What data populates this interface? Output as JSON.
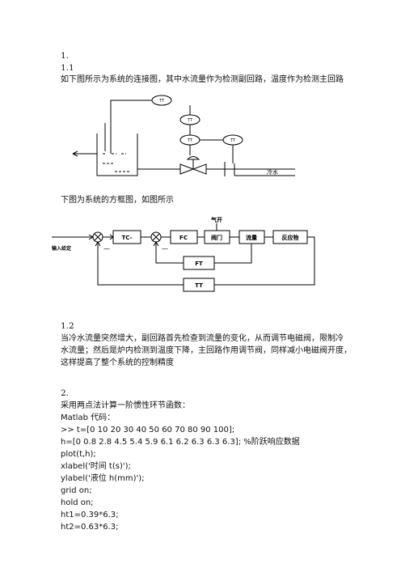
{
  "section1": {
    "number": "1.",
    "sub1": "1.1",
    "intro": "如下图所示为系统的连接图，其中水流量作为检测副回路，温度作为检测主回路",
    "diagram1": {
      "tt_labels": [
        "TT",
        "TT",
        "TT",
        "TT"
      ],
      "cold_water": "冷水"
    },
    "block_caption": "下图为系统的方框图，如图所示",
    "diagram2": {
      "air_source": "气开",
      "input_label": "输入给定",
      "tc_label": "TC-",
      "fc_label": "FC",
      "valve_label": "阀门",
      "flow_label": "流量",
      "reactor_label": "反应物",
      "ft_label": "FT",
      "tt_label": "TT"
    },
    "sub2": "1.2",
    "para_lines": [
      "当冷水流量突然增大，副回路首先检查到流量的变化，从而调节电磁阀，限制冷",
      "水流量；然后是炉内检测到温度下降，主回路作用调节阀，同样减小电磁阀开度，",
      "这样提高了整个系统的控制精度"
    ]
  },
  "section2": {
    "number": "2.",
    "intro": "采用两点法计算一阶惯性环节函数：",
    "matlab_label": "Matlab 代码：",
    "code": [
      ">> t=[0 10 20 30 40 50 60 70 80 90 100];",
      "h=[0 0.8 2.8 4.5 5.4 5.9 6.1 6.2 6.3 6.3 6.3];    %阶跃响应数据",
      "plot(t,h);",
      "xlabel('时间 t(s)');",
      "ylabel('液位 h(mm)');",
      "grid on;",
      "hold on;",
      "ht1=0.39*6.3;",
      "ht2=0.63*6.3;"
    ]
  }
}
